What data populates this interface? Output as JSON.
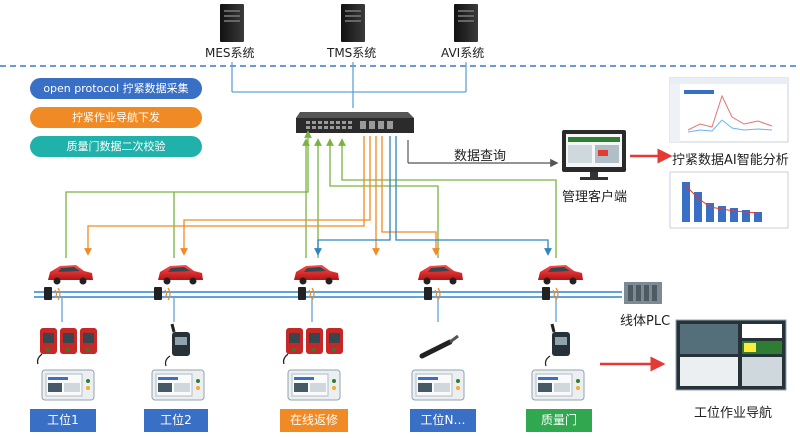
{
  "systems": [
    {
      "label": "MES系统"
    },
    {
      "label": "TMS系统"
    },
    {
      "label": "AVI系统"
    }
  ],
  "legend": [
    {
      "label": "open protocol  拧紧数据采集",
      "color": "#3a6fc6"
    },
    {
      "label": "拧紧作业导航下发",
      "color": "#f08a24"
    },
    {
      "label": "质量门数据二次校验",
      "color": "#20b2aa"
    }
  ],
  "labels": {
    "data_query": "数据查询",
    "management_client": "管理客户端",
    "ai_analysis": "拧紧数据AI智能分析",
    "line_plc": "线体PLC",
    "work_navigation": "工位作业导航"
  },
  "stations": [
    {
      "label": "工位1",
      "color": "#3a6fc6"
    },
    {
      "label": "工位2",
      "color": "#3a6fc6"
    },
    {
      "label": "在线返修",
      "color": "#f08a24"
    },
    {
      "label": "工位N…",
      "color": "#3a6fc6"
    },
    {
      "label": "质量门",
      "color": "#2fa84f"
    }
  ],
  "colors": {
    "green_line": "#7ab342",
    "orange_line": "#f08a24",
    "blue_line": "#2e86c1",
    "network": "#5fa3d9",
    "red_arrow": "#e53935",
    "dashed_divider": "#3a78c8"
  }
}
